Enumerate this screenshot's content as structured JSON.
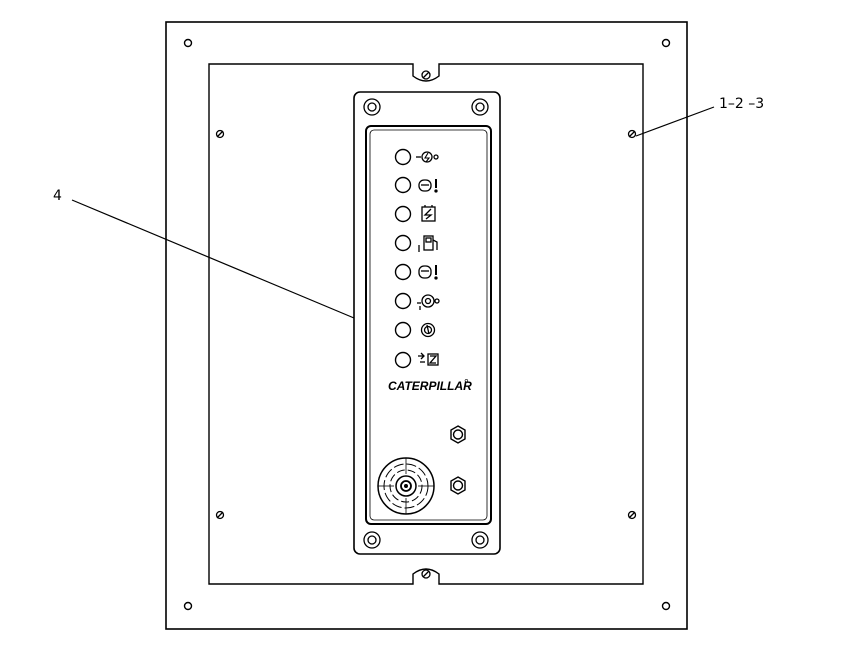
{
  "callouts": {
    "mounting_hardware": "1–2 –3",
    "panel": "4"
  },
  "panel": {
    "brand": "CATERPILLAR",
    "brand_mark": "°",
    "indicators": [
      {
        "icon": "coolant-temp-gauge-icon"
      },
      {
        "icon": "oil-pressure-warning-icon"
      },
      {
        "icon": "battery-charge-icon"
      },
      {
        "icon": "fuel-level-icon"
      },
      {
        "icon": "coolant-temp-warning-icon"
      },
      {
        "icon": "engine-overspeed-icon"
      },
      {
        "icon": "emergency-stop-icon"
      },
      {
        "icon": "engine-start-icon"
      }
    ],
    "controls": [
      {
        "icon": "hex-button-icon"
      },
      {
        "icon": "hex-button-icon"
      }
    ],
    "alarm": {
      "icon": "horn-speaker-icon"
    }
  }
}
